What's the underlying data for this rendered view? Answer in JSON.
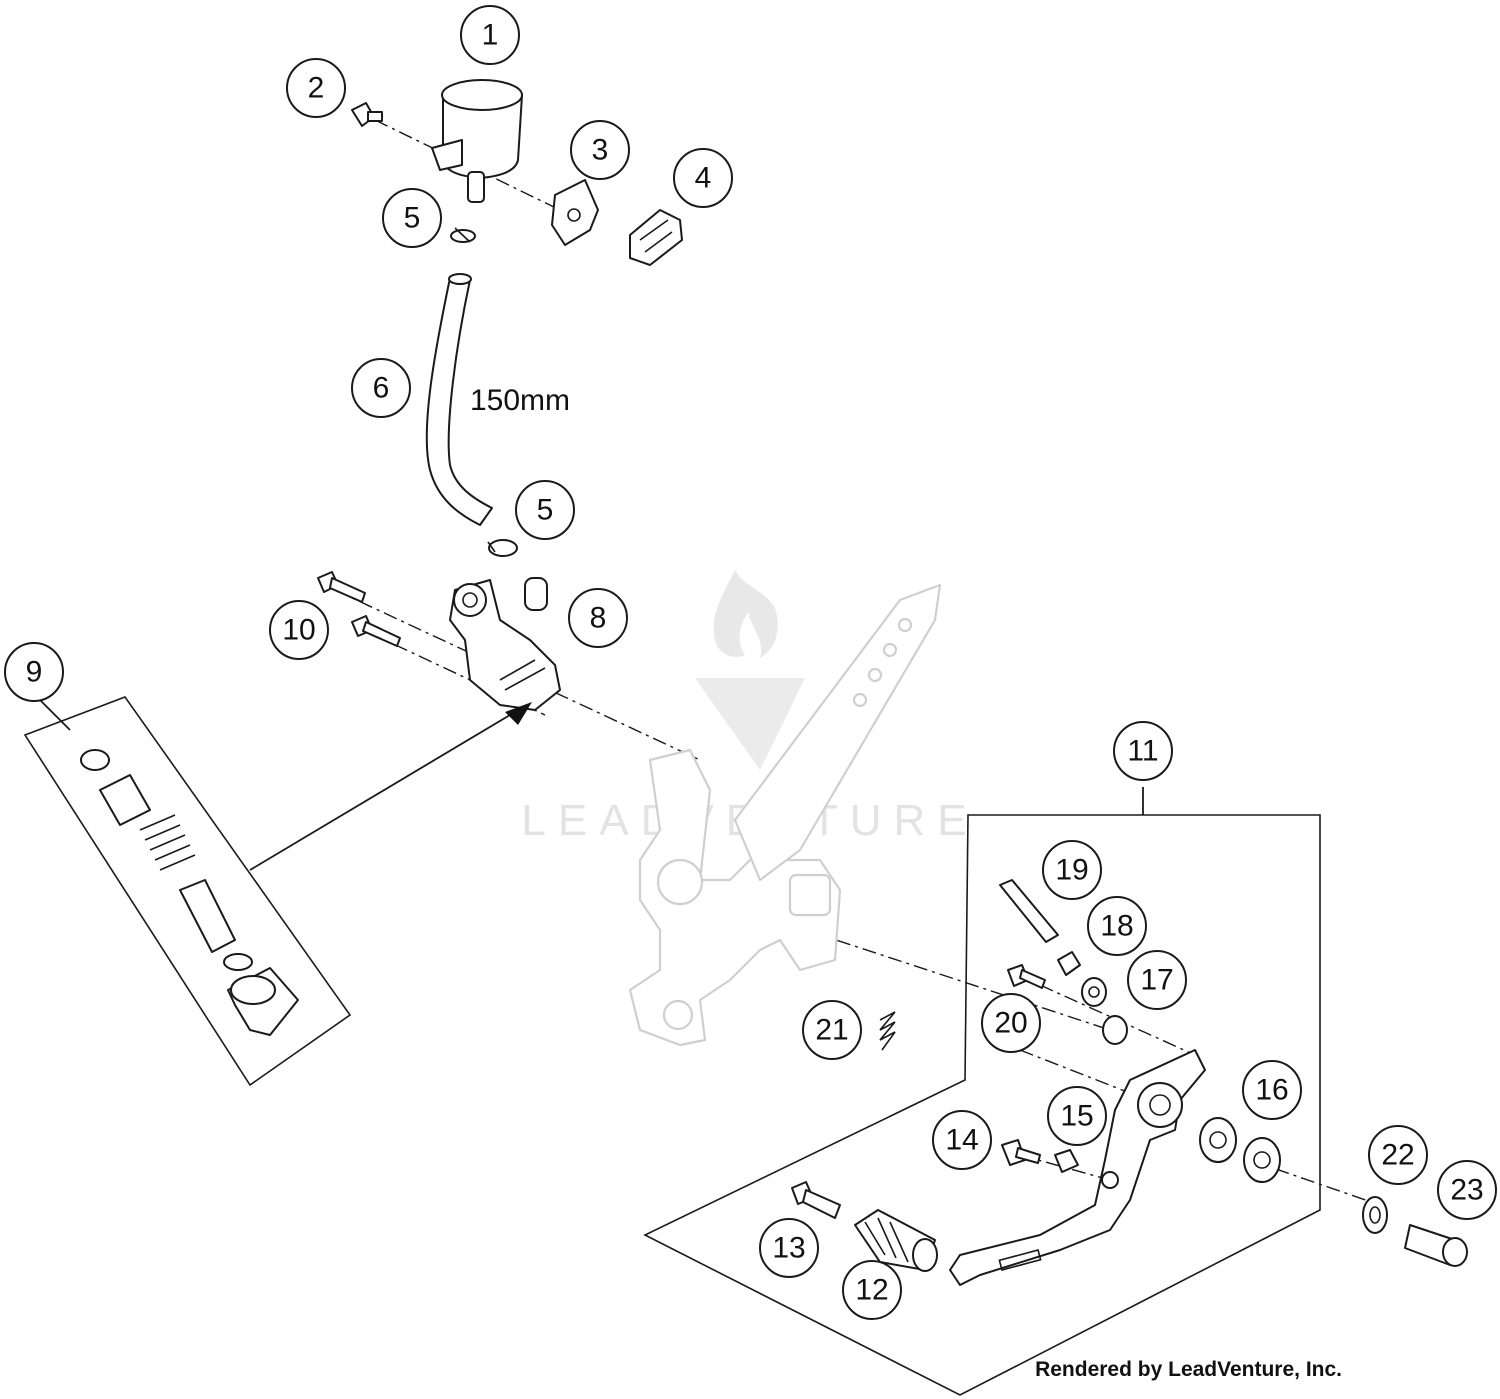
{
  "callouts": [
    {
      "id": "c1",
      "label": "1"
    },
    {
      "id": "c2",
      "label": "2"
    },
    {
      "id": "c3",
      "label": "3"
    },
    {
      "id": "c4",
      "label": "4"
    },
    {
      "id": "c5a",
      "label": "5"
    },
    {
      "id": "c5b",
      "label": "5"
    },
    {
      "id": "c6",
      "label": "6"
    },
    {
      "id": "c8",
      "label": "8"
    },
    {
      "id": "c9",
      "label": "9"
    },
    {
      "id": "c10",
      "label": "10"
    },
    {
      "id": "c11",
      "label": "11"
    },
    {
      "id": "c12",
      "label": "12"
    },
    {
      "id": "c13",
      "label": "13"
    },
    {
      "id": "c14",
      "label": "14"
    },
    {
      "id": "c15",
      "label": "15"
    },
    {
      "id": "c16",
      "label": "16"
    },
    {
      "id": "c17",
      "label": "17"
    },
    {
      "id": "c18",
      "label": "18"
    },
    {
      "id": "c19",
      "label": "19"
    },
    {
      "id": "c20",
      "label": "20"
    },
    {
      "id": "c21",
      "label": "21"
    },
    {
      "id": "c22",
      "label": "22"
    },
    {
      "id": "c23",
      "label": "23"
    }
  ],
  "hose_length": "150mm",
  "watermark": "LEADVENTURE",
  "credit": "Rendered by LeadVenture, Inc."
}
